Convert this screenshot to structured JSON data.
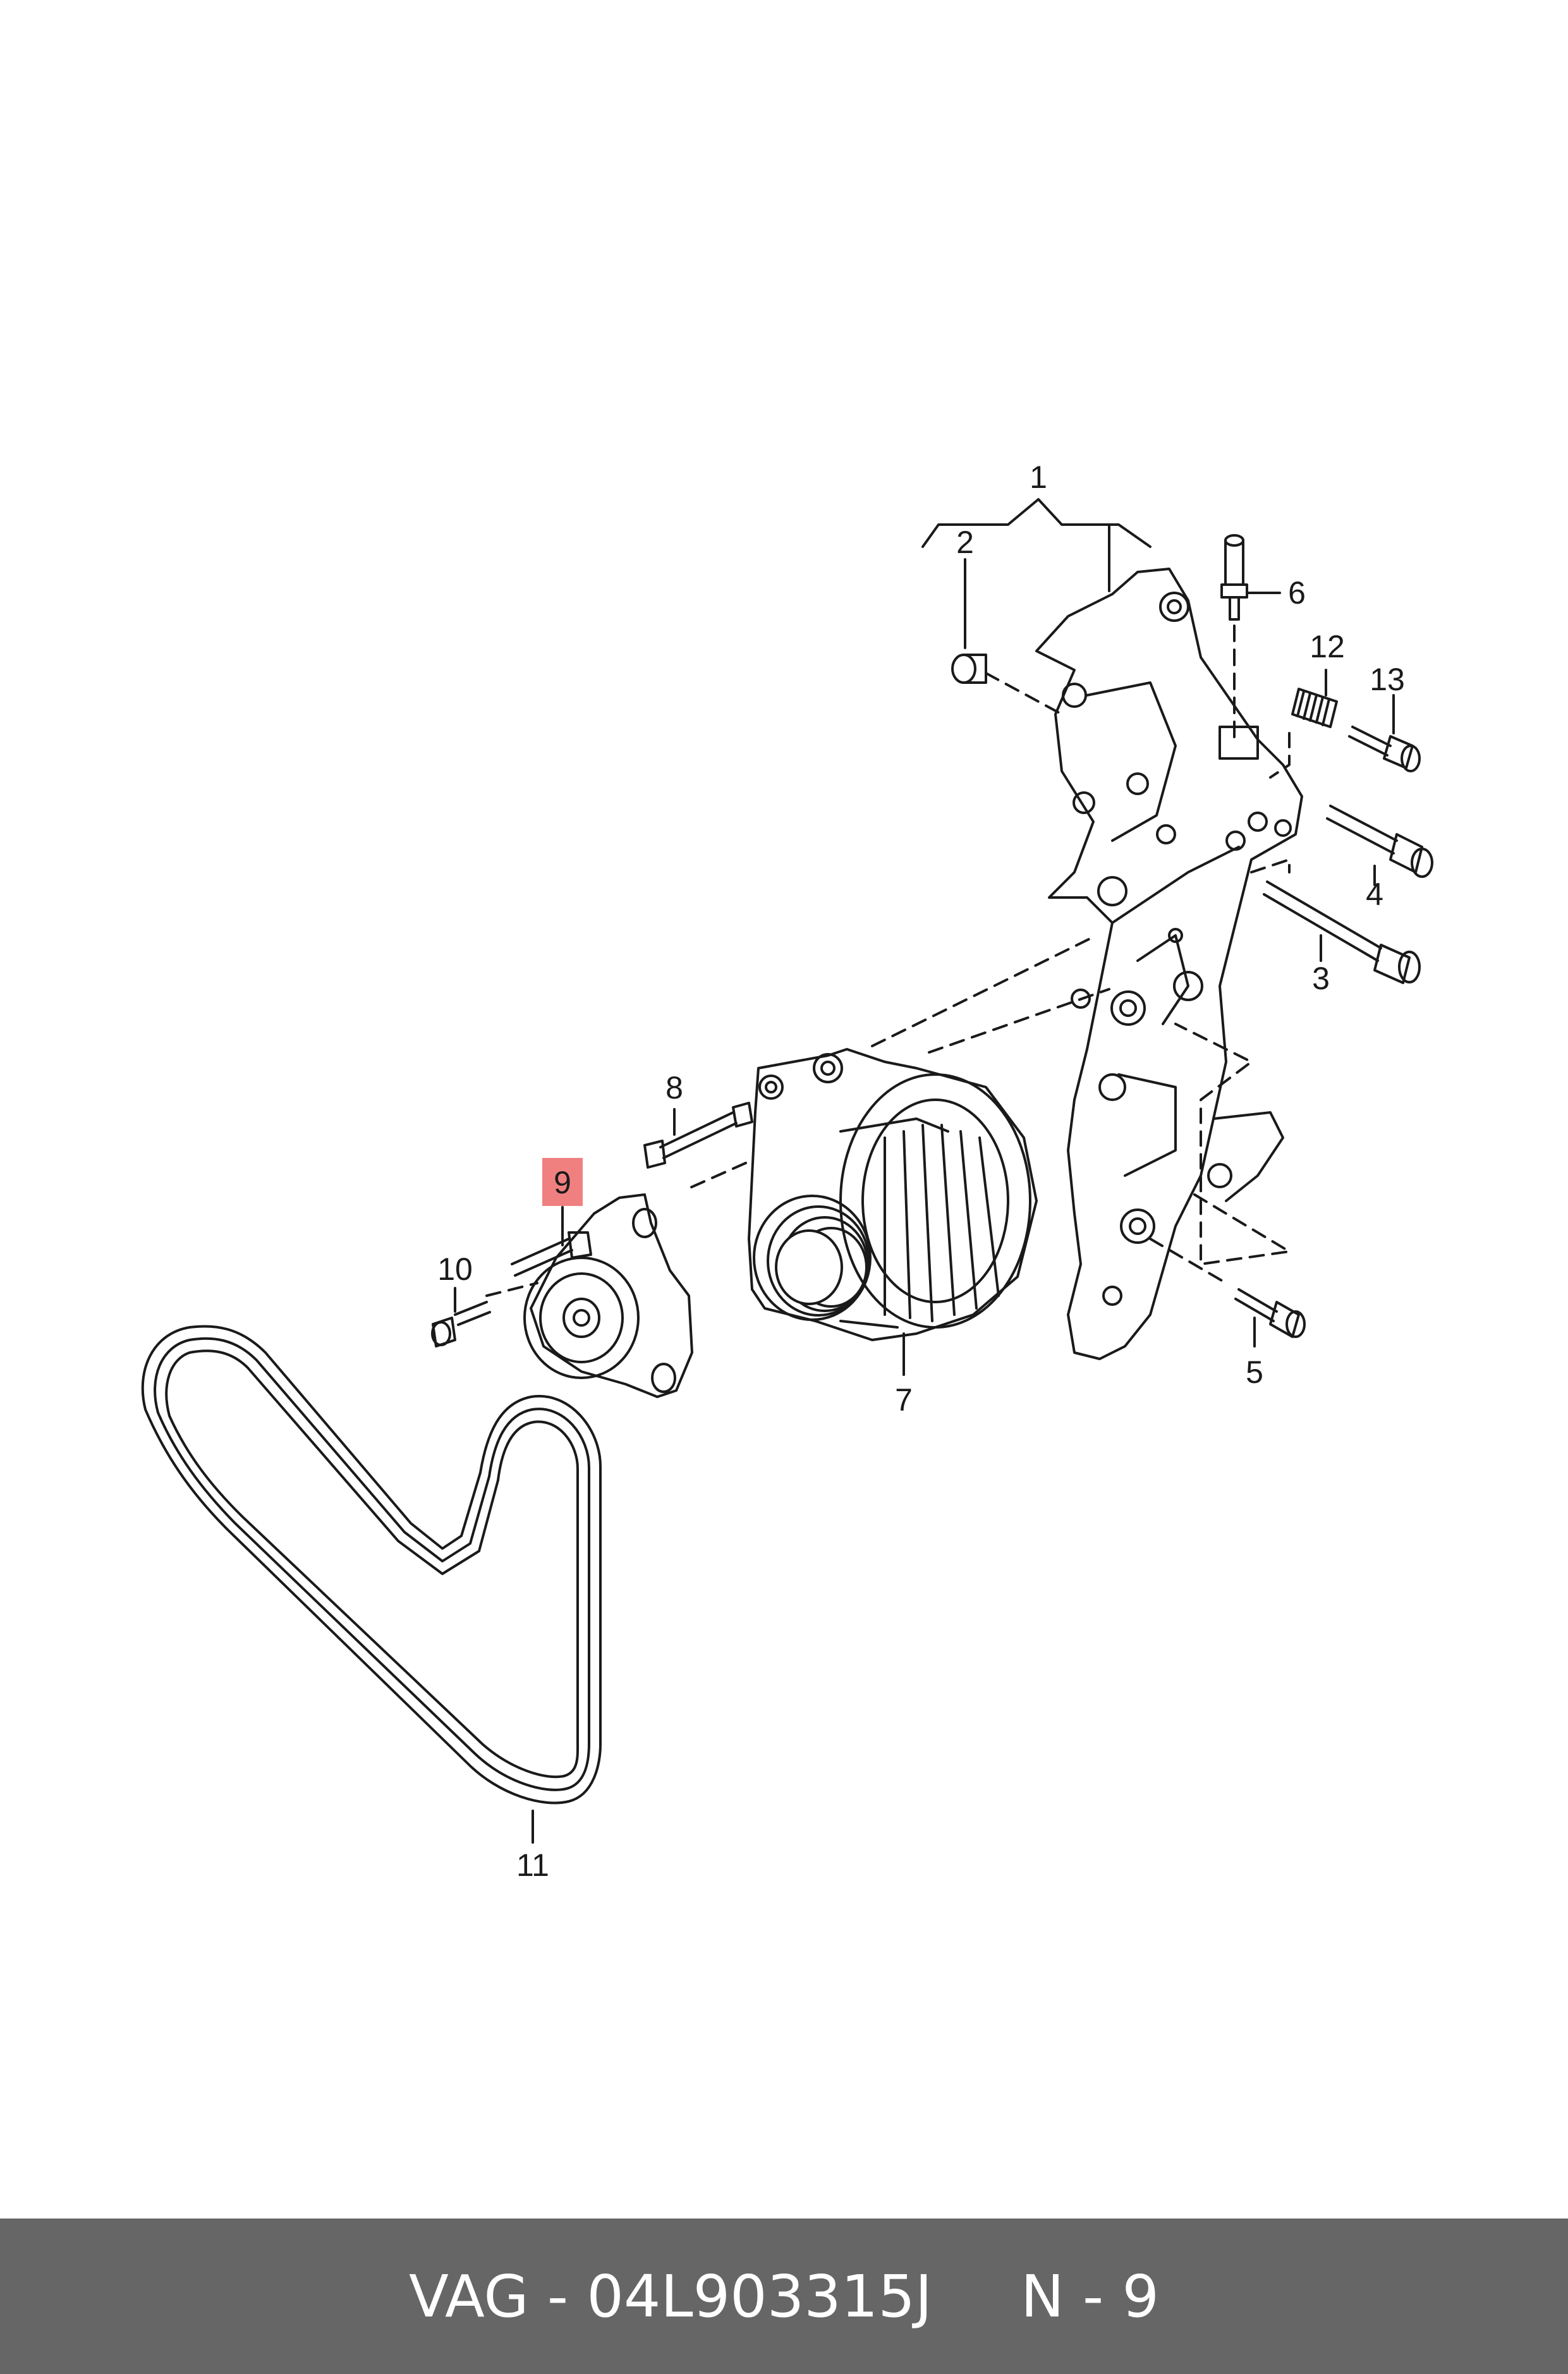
{
  "diagram": {
    "callouts": [
      "1",
      "2",
      "3",
      "4",
      "5",
      "6",
      "7",
      "8",
      "9",
      "10",
      "11",
      "12",
      "13"
    ],
    "highlighted_callout": "9",
    "highlight_color": "#f08080"
  },
  "footer": {
    "brand": "VAG",
    "separator": "-",
    "part_number": "04L903315J",
    "position_label": "N - 9",
    "background_color": "#666666"
  }
}
